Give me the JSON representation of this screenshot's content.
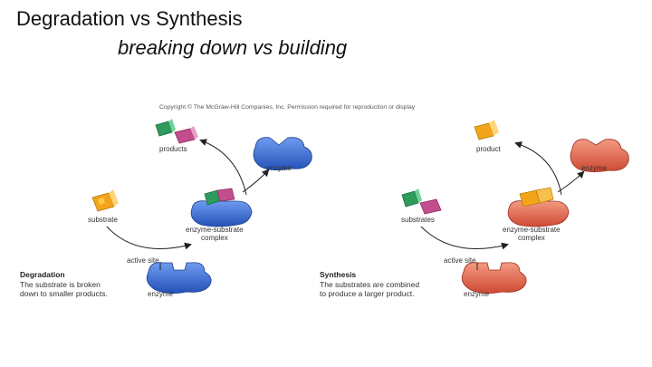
{
  "title": "Degradation vs Synthesis",
  "subtitle": "breaking down vs building",
  "figure": {
    "copyright": "Copyright © The McGraw-Hill Companies, Inc. Permission required for reproduction or display",
    "degradation": {
      "products": "products",
      "enzyme_top": "enzyme",
      "substrate": "substrate",
      "complex_line1": "enzyme-substrate",
      "complex_line2": "complex",
      "active_site": "active site",
      "enzyme_bottom": "enzyme",
      "caption_title": "Degradation",
      "caption_line1": "The substrate is broken",
      "caption_line2": "down to smaller products."
    },
    "synthesis": {
      "product": "product",
      "enzyme_top": "enzyme",
      "substrates": "substrates",
      "complex_line1": "enzyme-substrate",
      "complex_line2": "complex",
      "active_site": "active site",
      "enzyme_bottom": "enzyme",
      "caption_title": "Synthesis",
      "caption_line1": "The substrates are combined",
      "caption_line2": "to produce a larger product."
    },
    "colors": {
      "enzyme_blue": "#3a6fd8",
      "enzyme_red": "#e0654f",
      "substrate_orange": "#f3a51a",
      "piece_green": "#2e9a5c",
      "piece_pink": "#c44d8e"
    }
  }
}
